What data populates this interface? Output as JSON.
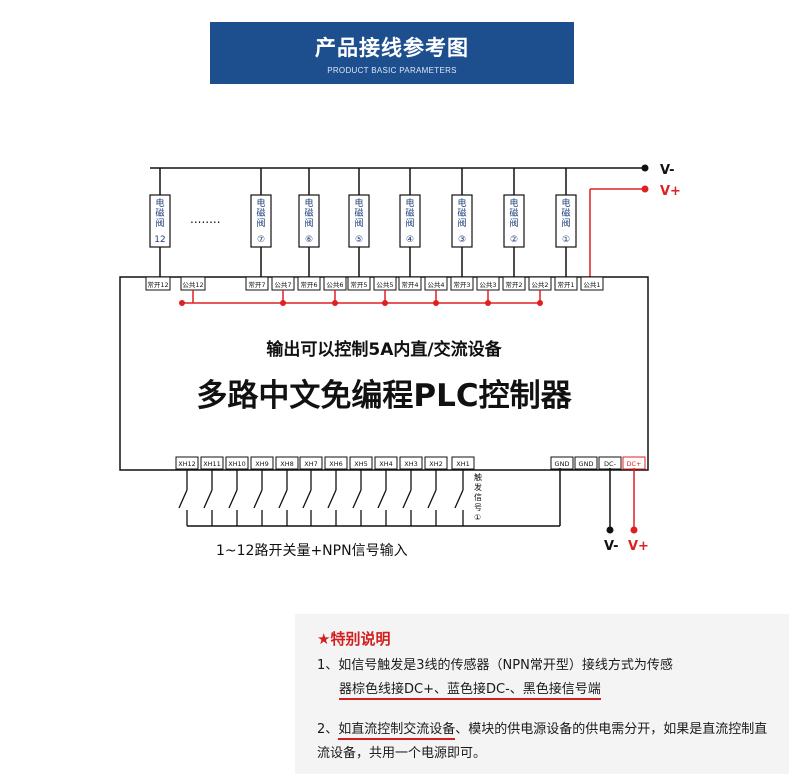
{
  "banner": {
    "title": "产品接线参考图",
    "subtitle": "PRODUCT BASIC PARAMETERS"
  },
  "diagram": {
    "vminus_top": "V-",
    "vplus_top": "V+",
    "valve_text": [
      "电",
      "磁",
      "阀"
    ],
    "valve_numbers": [
      "12",
      "⑦",
      "⑥",
      "⑤",
      "④",
      "③",
      "②",
      "①"
    ],
    "ellipsis": "........",
    "top_terminals": [
      "常开12",
      "公共12",
      "常开7",
      "公共7",
      "常开6",
      "公共6",
      "常开5",
      "公共5",
      "常开4",
      "公共4",
      "常开3",
      "公共3",
      "常开2",
      "公共2",
      "常开1",
      "公共1"
    ],
    "headline": "输出可以控制5A内直/交流设备",
    "main_title": "多路中文免编程PLC控制器",
    "bottom_inputs": [
      "XH12",
      "XH11",
      "XH10",
      "XH9",
      "XH8",
      "XH7",
      "XH6",
      "XH5",
      "XH4",
      "XH3",
      "XH2",
      "XH1"
    ],
    "bottom_power": [
      "GND",
      "GND",
      "DC-",
      "DC+"
    ],
    "trigger_label": "触发信号①",
    "vminus_bottom": "V-",
    "vplus_bottom": "V+",
    "input_caption": "1~12路开关量+NPN信号输入",
    "colors": {
      "red": "#e02020",
      "black": "#111111",
      "banner": "#1d4f8f"
    }
  },
  "notes": {
    "title": "★特别说明",
    "item1_prefix": "1、如信号触发是3线的传感器（NPN常开型）接线方式为传感",
    "item1_underlined": "器棕色线接DC+、蓝色接DC-、黑色接信号端",
    "item2_underlined": "如直流控制交流设备",
    "item2_prefix": "2、",
    "item2_rest": "、模块的供电源设备的供电需分开，如果是直流控制直流设备，共用一个电源即可。"
  }
}
